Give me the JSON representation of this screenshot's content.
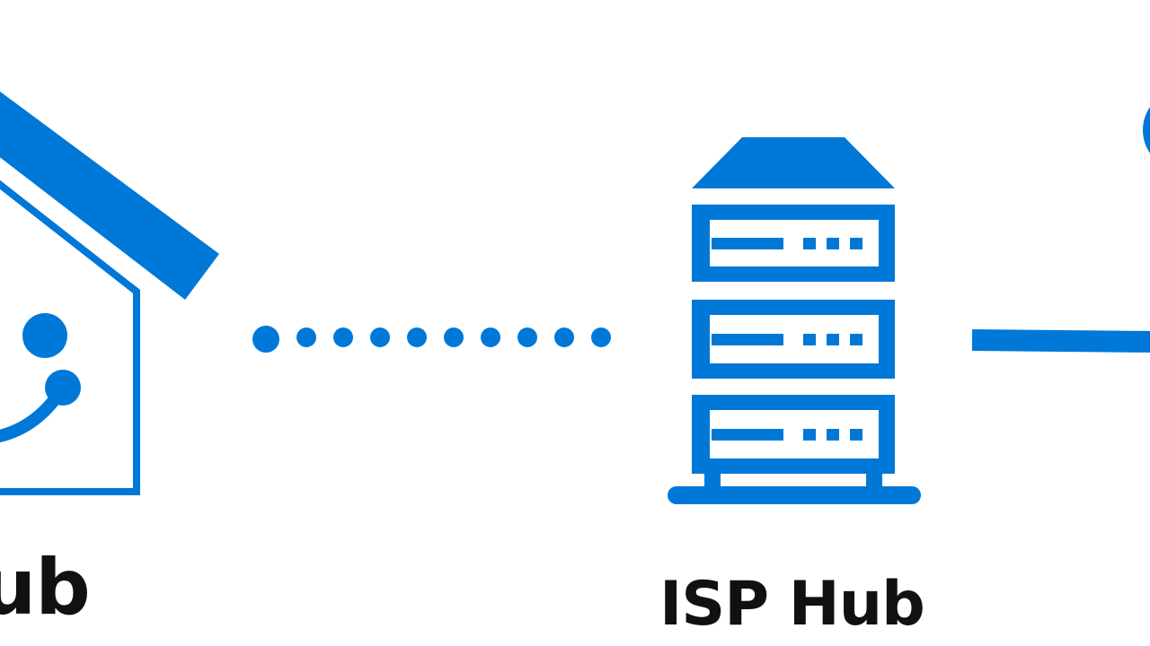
{
  "diagram": {
    "accent_color": "#0078d7",
    "text_color": "#111111",
    "nodes": [
      {
        "id": "home-hub",
        "icon": "house-with-link-icon",
        "label": "Hub"
      },
      {
        "id": "isp-hub",
        "icon": "server-rack-icon",
        "label": "ISP Hub"
      },
      {
        "id": "remote-node",
        "icon": "circle-node-icon",
        "label": ""
      }
    ],
    "connections": [
      {
        "from": "home-hub",
        "to": "isp-hub",
        "style": "dotted"
      },
      {
        "from": "isp-hub",
        "to": "remote-node",
        "style": "solid"
      }
    ]
  }
}
